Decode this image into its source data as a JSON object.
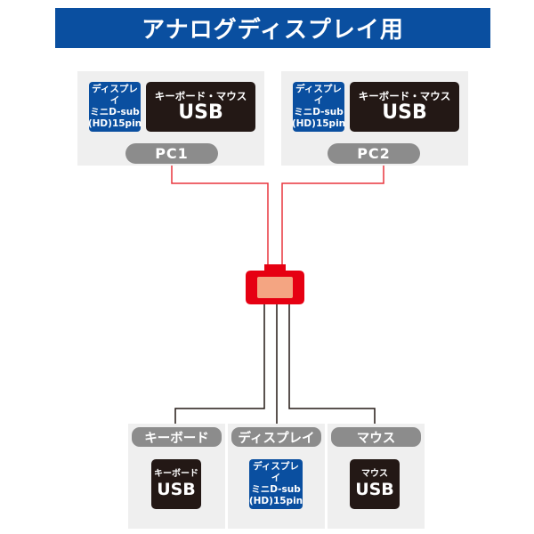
{
  "header": {
    "title": "アナログディスプレイ用"
  },
  "pcs": [
    {
      "label": "PC1",
      "display_port": [
        "ディスプレイ",
        "ミニD-sub",
        "(HD)15pin"
      ],
      "usb_port": {
        "sub": "キーボード・マウス",
        "main": "USB"
      }
    },
    {
      "label": "PC2",
      "display_port": [
        "ディスプレイ",
        "ミニD-sub",
        "(HD)15pin"
      ],
      "usb_port": {
        "sub": "キーボード・マウス",
        "main": "USB"
      }
    }
  ],
  "devices": [
    {
      "label": "キーボード",
      "port": {
        "sub": "キーボード",
        "main": "USB"
      }
    },
    {
      "label": "ディスプレイ",
      "port": [
        "ディスプレイ",
        "ミニD-sub",
        "(HD)15pin"
      ]
    },
    {
      "label": "マウス",
      "port": {
        "sub": "マウス",
        "main": "USB"
      }
    }
  ],
  "colors": {
    "banner": "#0a4fa0",
    "upstream_wire": "#e8353d",
    "downstream_wire": "#231815",
    "switch_body": "#e60012",
    "switch_face": "#f4a582"
  }
}
